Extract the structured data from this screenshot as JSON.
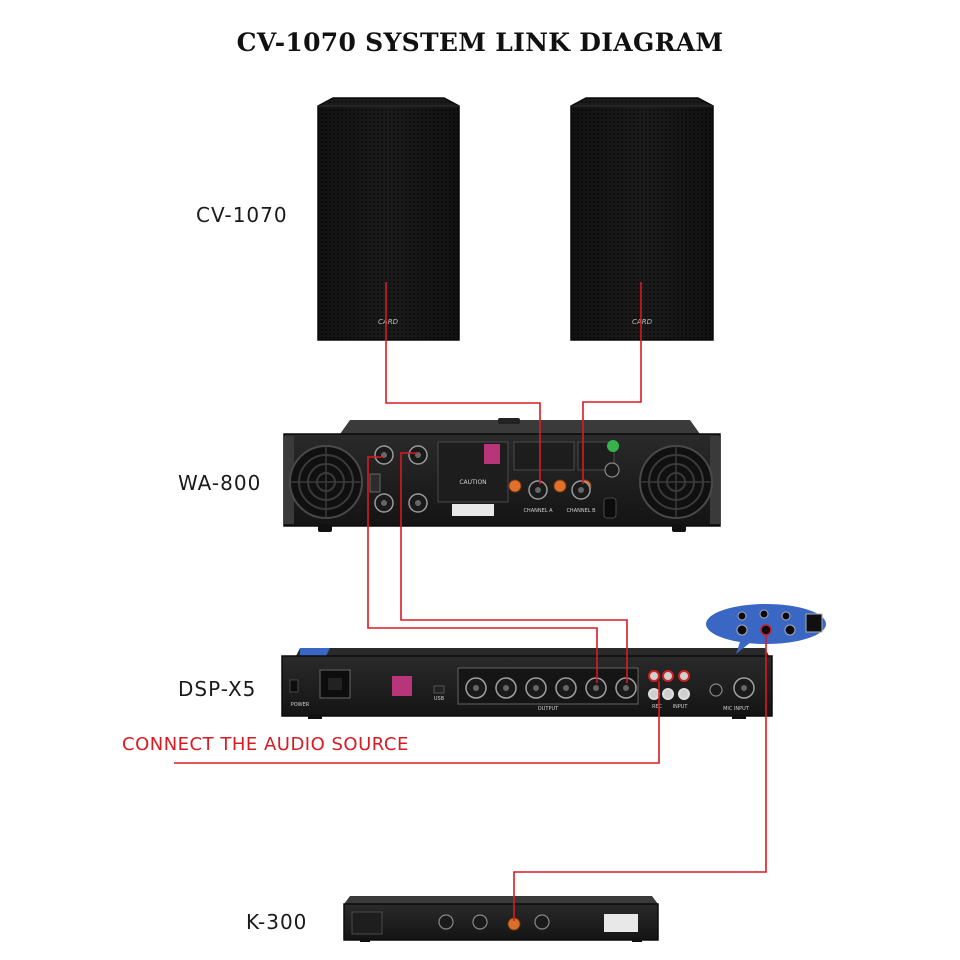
{
  "title": "CV-1070 SYSTEM LINK DIAGRAM",
  "devices": {
    "speaker": "CV-1070",
    "amplifier": "WA-800",
    "processor": "DSP-X5",
    "mixer": "K-300"
  },
  "speaker_logo": "CARD",
  "amp_panel": {
    "caution": "CAUTION",
    "ch_a": "CHANNEL A",
    "ch_b": "CHANNEL B"
  },
  "dsp_panel": {
    "output": "OUTPUT",
    "power": "POWER",
    "usb": "USB",
    "mic_input": "MIC INPUT",
    "rec": "REC",
    "input": "INPUT"
  },
  "source_label": "CONNECT THE AUDIO SOURCE",
  "colors": {
    "wire": "#d81b22",
    "title": "#111111",
    "inset": "#3a66c4"
  }
}
